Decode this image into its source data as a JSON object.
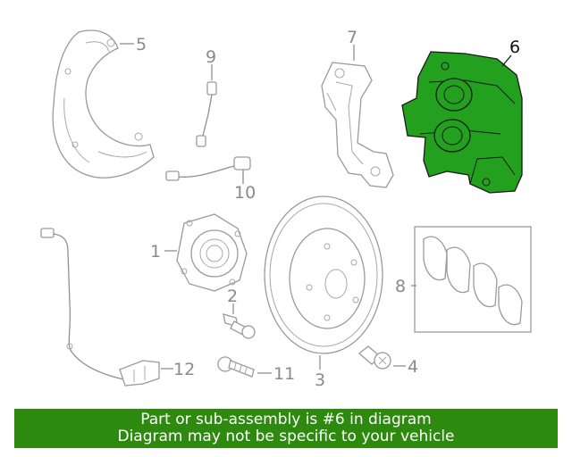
{
  "colors": {
    "highlight": "#22a01e",
    "banner": "#2d8a0e",
    "banner_text": "#ffffff",
    "line_gray": "#8f8f8f"
  },
  "callouts": {
    "c1": "1",
    "c2": "2",
    "c3": "3",
    "c4": "4",
    "c5": "5",
    "c6": "6",
    "c7": "7",
    "c8": "8",
    "c9": "9",
    "c10": "10",
    "c11": "11",
    "c12": "12"
  },
  "highlighted_part": "6",
  "banner": {
    "line1": "Part or sub-assembly is #6 in diagram",
    "line2": "Diagram may not be specific to your vehicle"
  }
}
